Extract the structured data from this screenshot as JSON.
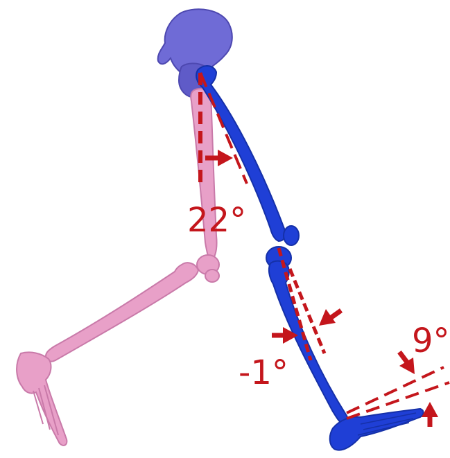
{
  "figure": {
    "colors": {
      "pelvis": "#6f6bd6",
      "pelvis_shadow": "#4d48b0",
      "blue_leg": "#1f3fd6",
      "blue_leg_dark": "#1530a8",
      "pink_leg": "#e8a0c8",
      "pink_leg_dark": "#c97aa9",
      "annotation": "#c4161c"
    },
    "labels": {
      "hip_angle": "22°",
      "knee_angle": "-1°",
      "ankle_angle": "9°"
    }
  }
}
